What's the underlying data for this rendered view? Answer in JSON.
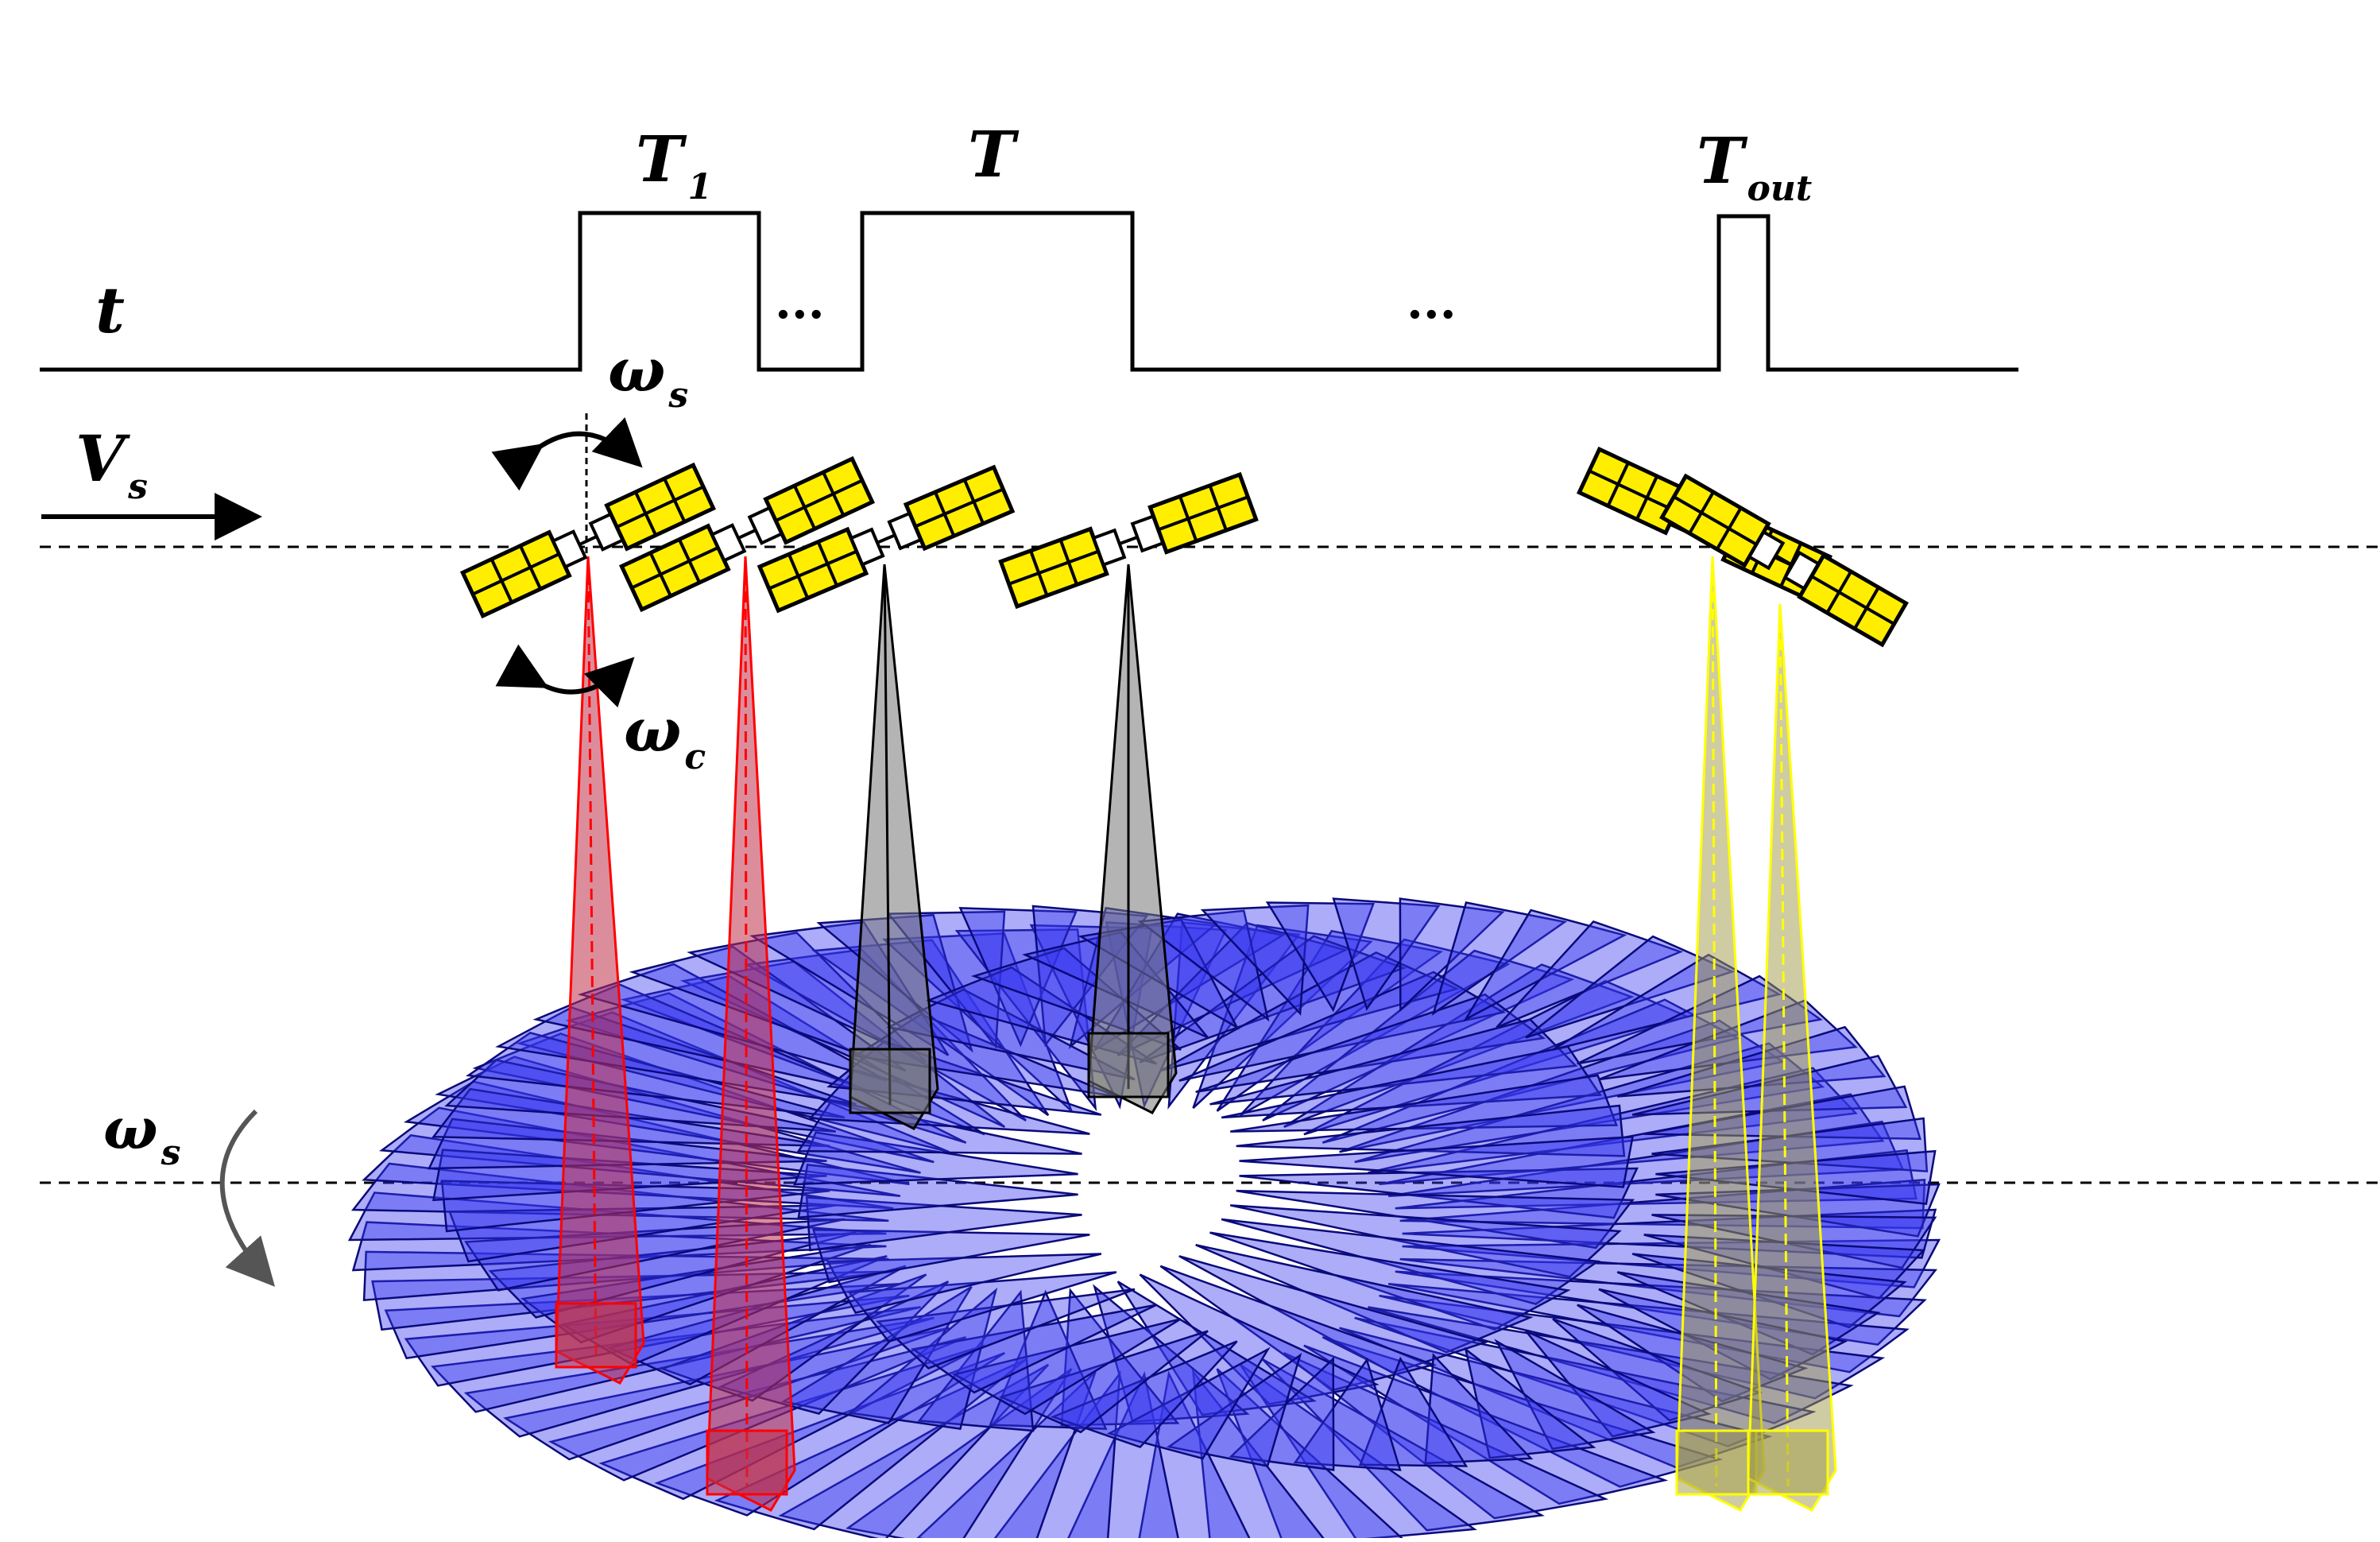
{
  "labels": {
    "t": "t",
    "T1_main": "T",
    "T1_sub": "1",
    "T": "T",
    "Tout_main": "T",
    "Tout_sub": "out",
    "ellipsis_1": "...",
    "ellipsis_2": "...",
    "omega_s_top_main": "ω",
    "omega_s_top_sub": "s",
    "omega_c_main": "ω",
    "omega_c_sub": "c",
    "Vs_main": "V",
    "Vs_sub": "s",
    "omega_s_left_main": "ω",
    "omega_s_left_sub": "s"
  },
  "colors": {
    "target_fill": "#3a3af0",
    "target_stroke": "#0a0a7a",
    "solar_panel": "#ffee00",
    "beam_phase1": "#ff0000",
    "beam_phase2": "#444444",
    "beam_phase3": "#ffff00",
    "line": "#000000"
  }
}
